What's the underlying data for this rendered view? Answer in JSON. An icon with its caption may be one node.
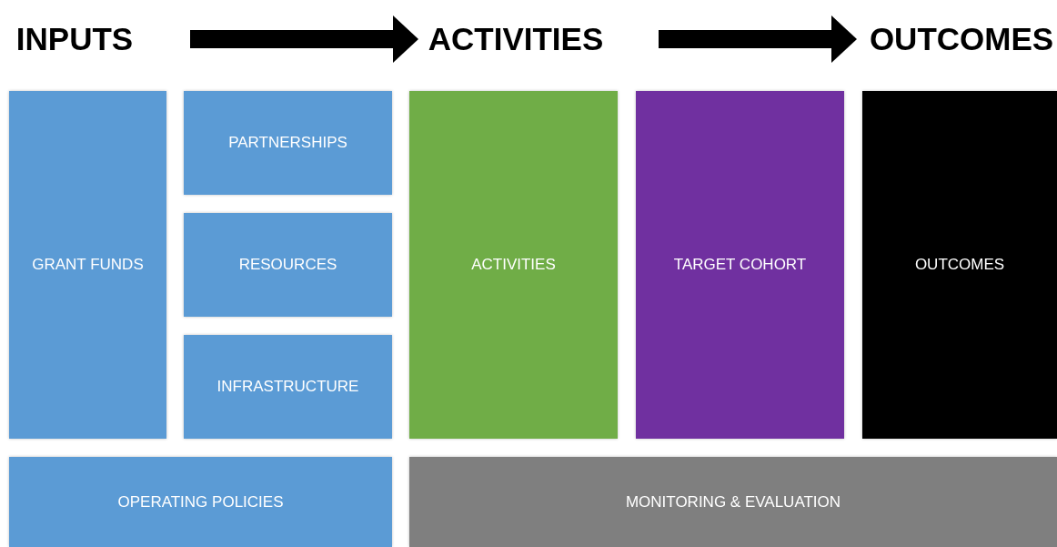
{
  "diagram": {
    "nodes": [
      {
        "text": [
          "INPUTS"
        ]
      },
      {
        "text": [
          "ACTIVITIES"
        ]
      },
      {
        "text": [
          "OUTCOMES"
        ]
      },
      {
        "text": [
          "GRANT FUNDS"
        ]
      },
      {
        "text": [
          "PARTNERSHIPS"
        ]
      },
      {
        "text": [
          "RESOURCES"
        ]
      },
      {
        "text": [
          "INFRASTRUCTURE"
        ]
      },
      {
        "text": [
          "ACTIVITIES"
        ]
      },
      {
        "text": [
          "TARGET COHORT"
        ]
      },
      {
        "text": [
          "OUTCOMES"
        ]
      },
      {
        "text": [
          "OPERATING POLICIES"
        ]
      },
      {
        "text": [
          "MONITORING & EVALUATION"
        ]
      }
    ],
    "edges": [
      {
        "from": 0,
        "to": 1,
        "arrow": "to"
      },
      {
        "from": 1,
        "to": 2,
        "arrow": "to"
      }
    ]
  }
}
